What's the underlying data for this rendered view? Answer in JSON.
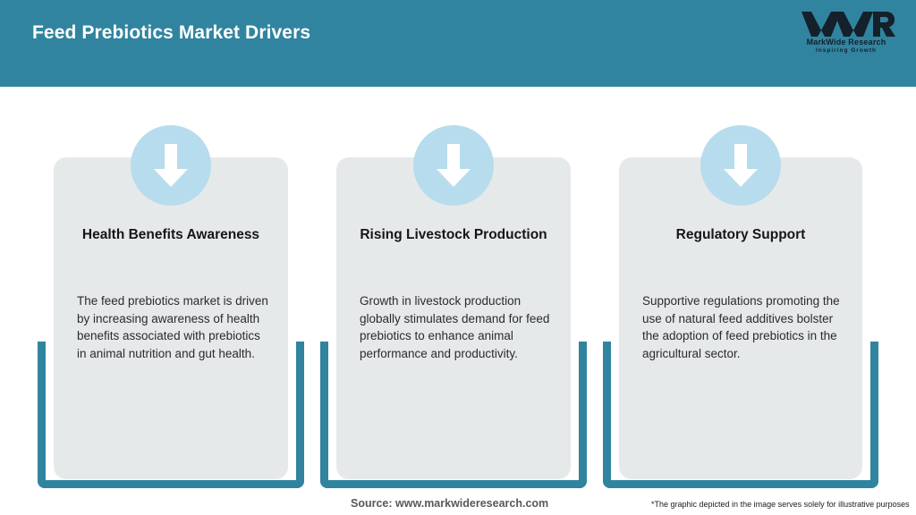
{
  "header": {
    "title": "Feed Prebiotics Market Drivers",
    "background_color": "#31849f",
    "title_color": "#ffffff"
  },
  "logo": {
    "mark": "MWR",
    "name": "MarkWide Research",
    "tagline": "Inspiring Growth"
  },
  "theme": {
    "accent_teal": "#31849f",
    "icon_circle_blue": "#b7dced",
    "card_gray": "#e6e9ea",
    "page_background": "#ffffff"
  },
  "cards": [
    {
      "icon": "arrow-down-icon",
      "heading": "Health Benefits Awareness",
      "body": "The feed prebiotics market is driven by increasing awareness of health benefits associated with prebiotics in animal nutrition and gut health."
    },
    {
      "icon": "arrow-down-icon",
      "heading": "Rising Livestock Production",
      "body": "Growth in livestock production globally stimulates demand for feed prebiotics to enhance animal performance and productivity."
    },
    {
      "icon": "arrow-down-icon",
      "heading": "Regulatory Support",
      "body": "Supportive regulations promoting the use of natural feed additives bolster the adoption of feed prebiotics in the agricultural sector."
    }
  ],
  "footer": {
    "source": "Source: www.markwideresearch.com",
    "disclaimer": "*The graphic depicted in the image serves solely for illustrative purposes"
  }
}
